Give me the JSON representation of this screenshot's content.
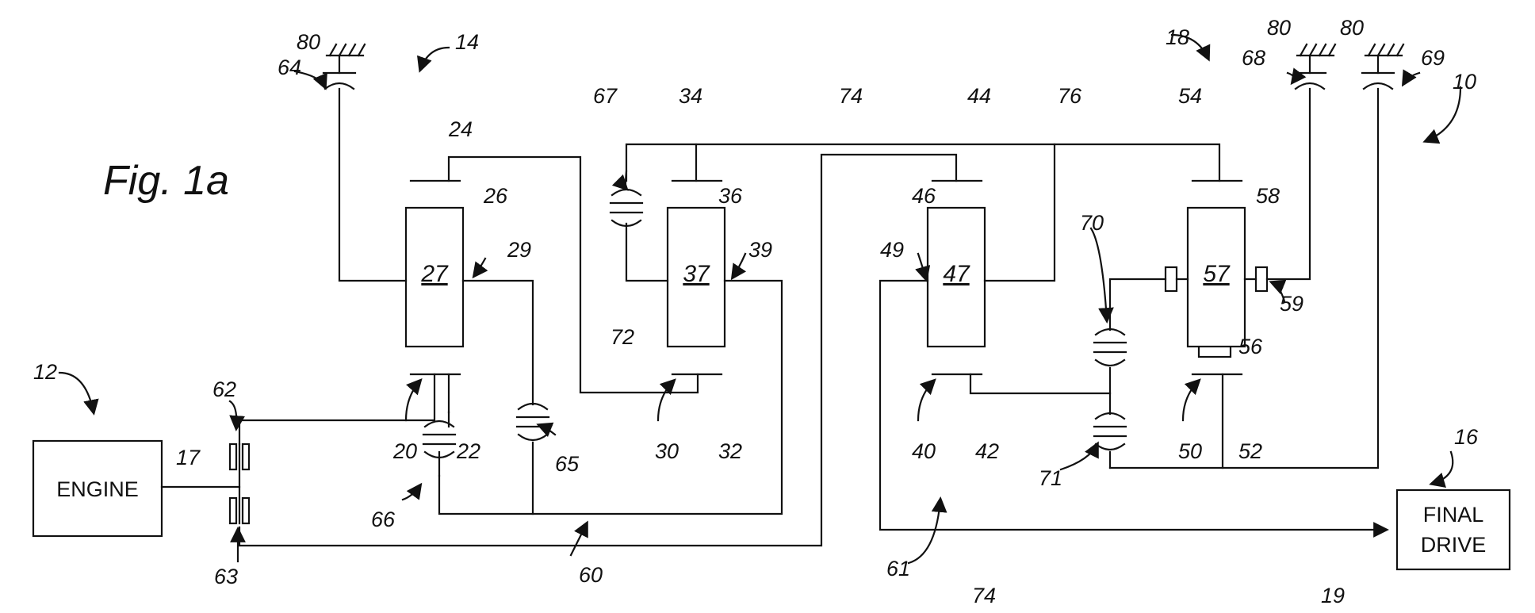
{
  "figure_title": "Fig. 1a",
  "blocks": {
    "engine": "ENGINE",
    "final_drive_line1": "FINAL",
    "final_drive_line2": "DRIVE"
  },
  "carriers": {
    "c27": "27",
    "c37": "37",
    "c47": "47",
    "c57": "57"
  },
  "ref_numerals": {
    "n10": "10",
    "n12": "12",
    "n14": "14",
    "n16": "16",
    "n17": "17",
    "n18": "18",
    "n19": "19",
    "n20": "20",
    "n22": "22",
    "n24": "24",
    "n26": "26",
    "n29": "29",
    "n30": "30",
    "n32": "32",
    "n34": "34",
    "n36": "36",
    "n39": "39",
    "n40": "40",
    "n42": "42",
    "n44": "44",
    "n46": "46",
    "n49": "49",
    "n50": "50",
    "n52": "52",
    "n54": "54",
    "n56": "56",
    "n58": "58",
    "n59": "59",
    "n60": "60",
    "n61": "61",
    "n62": "62",
    "n63": "63",
    "n64": "64",
    "n65": "65",
    "n66": "66",
    "n67": "67",
    "n68": "68",
    "n69": "69",
    "n70": "70",
    "n71": "71",
    "n72": "72",
    "n74a": "74",
    "n74b": "74",
    "n76": "76",
    "n80a": "80",
    "n80b": "80",
    "n80c": "80"
  }
}
